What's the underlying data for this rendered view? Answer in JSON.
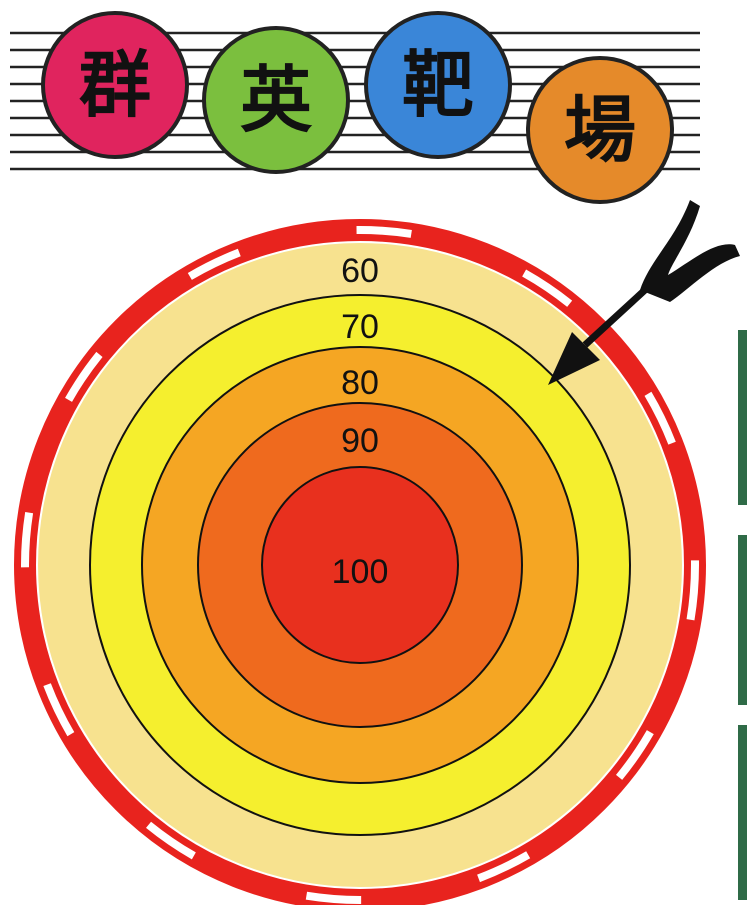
{
  "title": {
    "chars": [
      "群",
      "英",
      "靶",
      "場"
    ],
    "colors": [
      "#e0245e",
      "#7bbf3e",
      "#3a86d8",
      "#e58a2a"
    ]
  },
  "target": {
    "rings": [
      {
        "label": "60",
        "color": "#f7e28f"
      },
      {
        "label": "70",
        "color": "#f5ef2e"
      },
      {
        "label": "80",
        "color": "#f5a623"
      },
      {
        "label": "90",
        "color": "#ef6a1e"
      },
      {
        "label": "100",
        "color": "#e8301e"
      }
    ],
    "rim_color": "#e8231e"
  }
}
